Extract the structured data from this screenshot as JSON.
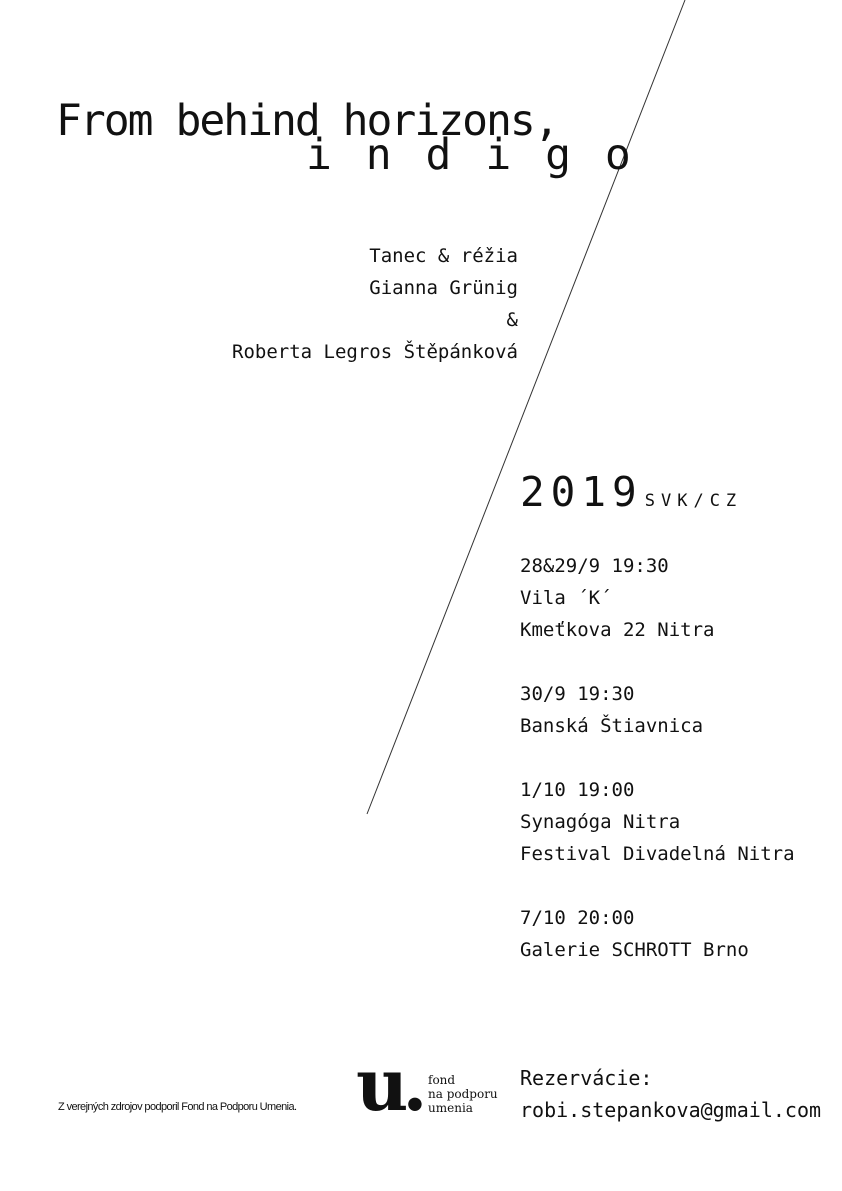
{
  "poster": {
    "title_line1": "From behind horizons,",
    "title_line2": "i n d i g o",
    "credits": {
      "line1": "Tanec & réžia",
      "line2": "Gianna Grünig",
      "line3": "&",
      "line4": "Roberta Legros Štěpánková"
    },
    "year": "2019",
    "region": "SVK/CZ",
    "events": [
      {
        "line1": "28&29/9 19:30",
        "line2": "Vila ´K´",
        "line3": "Kmeťkova 22 Nitra"
      },
      {
        "line1": "30/9 19:30",
        "line2": "Banská Štiavnica"
      },
      {
        "line1": "1/10 19:00",
        "line2": "Synagóga Nitra",
        "line3": "Festival Divadelná Nitra"
      },
      {
        "line1": "7/10 20:00",
        "line2": "Galerie SCHROTT Brno"
      }
    ],
    "reservation_label": "Rezervácie:",
    "reservation_email": "robi.stepankova@gmail.com",
    "funding_note": "Z verejných zdrojov podporil Fond na Podporu Umenia.",
    "logo": {
      "mark": "u.",
      "line1": "fond",
      "line2": "na podporu",
      "line3": "umenia"
    }
  },
  "colors": {
    "text": "#111111",
    "background": "#ffffff",
    "line": "#333333"
  }
}
